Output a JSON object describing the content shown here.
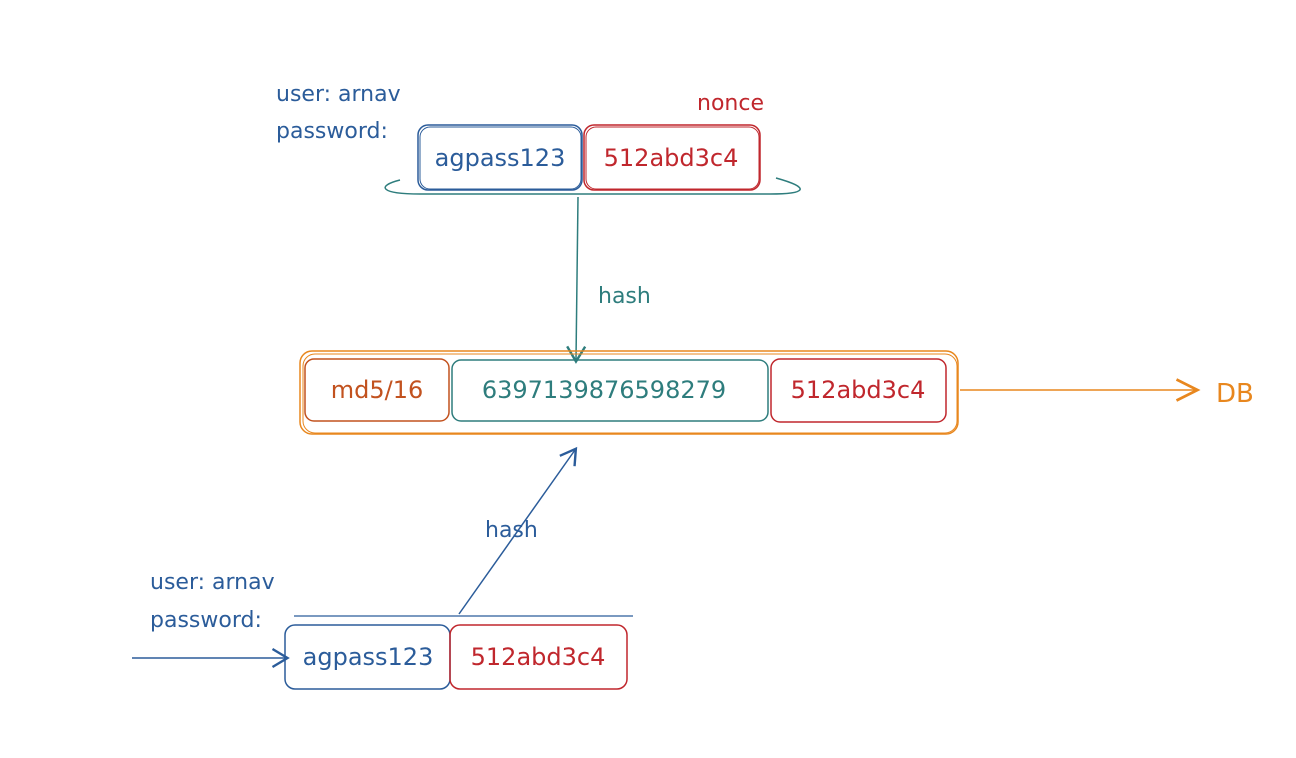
{
  "colors": {
    "blue": "#2b5c9a",
    "red": "#c0272d",
    "teal": "#2e7d7d",
    "orange": "#e8871e",
    "rust": "#c2521f"
  },
  "top": {
    "user_line": "user: arnav",
    "password_label": "password:",
    "password_value": "agpass123",
    "nonce_value": "512abd3c4",
    "nonce_label": "nonce"
  },
  "hash_label_top": "hash",
  "record": {
    "algo": "md5/16",
    "hash_value": "6397139876598279",
    "nonce_value": "512abd3c4"
  },
  "db_label": "DB",
  "hash_label_bottom": "hash",
  "bottom": {
    "user_line": "user: arnav",
    "password_label": "password:",
    "password_value": "agpass123",
    "nonce_value": "512abd3c4"
  }
}
